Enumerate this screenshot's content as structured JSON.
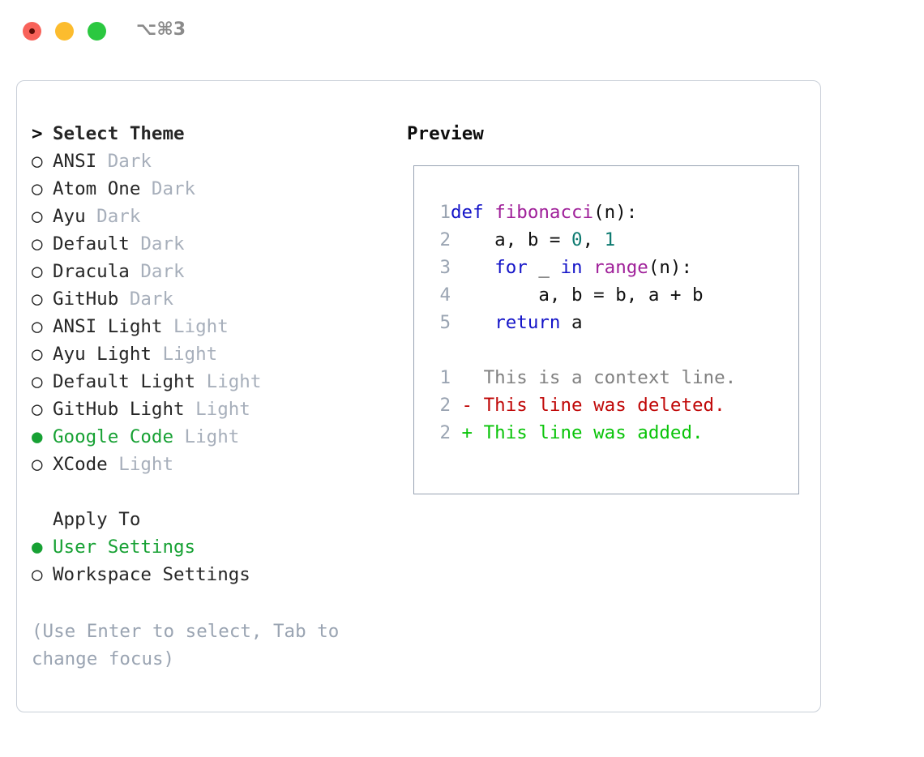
{
  "titlebar": {
    "shortcut": "⌥⌘3",
    "buttons": [
      {
        "name": "close",
        "color": "#f8625a"
      },
      {
        "name": "minimize",
        "color": "#fcbc2e"
      },
      {
        "name": "zoom",
        "color": "#2bc840"
      }
    ]
  },
  "accent": {
    "selected_green": "#17a134",
    "muted_gray": "#a7afbb",
    "hint_gray": "#9aa4b2",
    "panel_border": "#c9cfd8",
    "preview_border": "#98a3b3"
  },
  "theme_picker": {
    "header_marker": ">",
    "header_label": "Select Theme",
    "marker_unselected": "○",
    "marker_selected": "●",
    "items": [
      {
        "name": "ANSI",
        "category": "Dark",
        "selected": false
      },
      {
        "name": "Atom One",
        "category": "Dark",
        "selected": false
      },
      {
        "name": "Ayu",
        "category": "Dark",
        "selected": false
      },
      {
        "name": "Default",
        "category": "Dark",
        "selected": false
      },
      {
        "name": "Dracula",
        "category": "Dark",
        "selected": false
      },
      {
        "name": "GitHub",
        "category": "Dark",
        "selected": false
      },
      {
        "name": "ANSI Light",
        "category": "Light",
        "selected": false
      },
      {
        "name": "Ayu Light",
        "category": "Light",
        "selected": false
      },
      {
        "name": "Default Light",
        "category": "Light",
        "selected": false
      },
      {
        "name": "GitHub Light",
        "category": "Light",
        "selected": false
      },
      {
        "name": "Google Code",
        "category": "Light",
        "selected": true
      },
      {
        "name": "XCode",
        "category": "Light",
        "selected": false
      }
    ]
  },
  "apply_to": {
    "header_label": "Apply To",
    "items": [
      {
        "name": "User Settings",
        "selected": true
      },
      {
        "name": "Workspace Settings",
        "selected": false
      }
    ]
  },
  "hint": "(Use Enter to select, Tab to change focus)",
  "preview": {
    "title": "Preview",
    "code_lines": [
      {
        "num": "1",
        "tokens": [
          {
            "t": "def ",
            "c": "kw"
          },
          {
            "t": "fibonacci",
            "c": "fn"
          },
          {
            "t": "(n):",
            "c": "plain"
          }
        ]
      },
      {
        "num": "2",
        "tokens": [
          {
            "t": "    a, b = ",
            "c": "plain"
          },
          {
            "t": "0",
            "c": "num"
          },
          {
            "t": ", ",
            "c": "plain"
          },
          {
            "t": "1",
            "c": "num"
          }
        ]
      },
      {
        "num": "3",
        "tokens": [
          {
            "t": "    ",
            "c": "plain"
          },
          {
            "t": "for",
            "c": "kw"
          },
          {
            "t": " _ ",
            "c": "plain"
          },
          {
            "t": "in",
            "c": "kw"
          },
          {
            "t": " ",
            "c": "plain"
          },
          {
            "t": "range",
            "c": "fn"
          },
          {
            "t": "(n):",
            "c": "plain"
          }
        ]
      },
      {
        "num": "4",
        "tokens": [
          {
            "t": "        a, b = b, a + b",
            "c": "plain"
          }
        ]
      },
      {
        "num": "5",
        "tokens": [
          {
            "t": "    ",
            "c": "plain"
          },
          {
            "t": "return",
            "c": "kw"
          },
          {
            "t": " a",
            "c": "plain"
          }
        ]
      }
    ],
    "diff_lines": [
      {
        "num": "1",
        "tokens": [
          {
            "t": "   This is a context line.",
            "c": "ctx"
          }
        ]
      },
      {
        "num": "2",
        "tokens": [
          {
            "t": " - This line was deleted.",
            "c": "del"
          }
        ]
      },
      {
        "num": "2",
        "tokens": [
          {
            "t": " + This line was added.",
            "c": "add"
          }
        ]
      }
    ]
  }
}
